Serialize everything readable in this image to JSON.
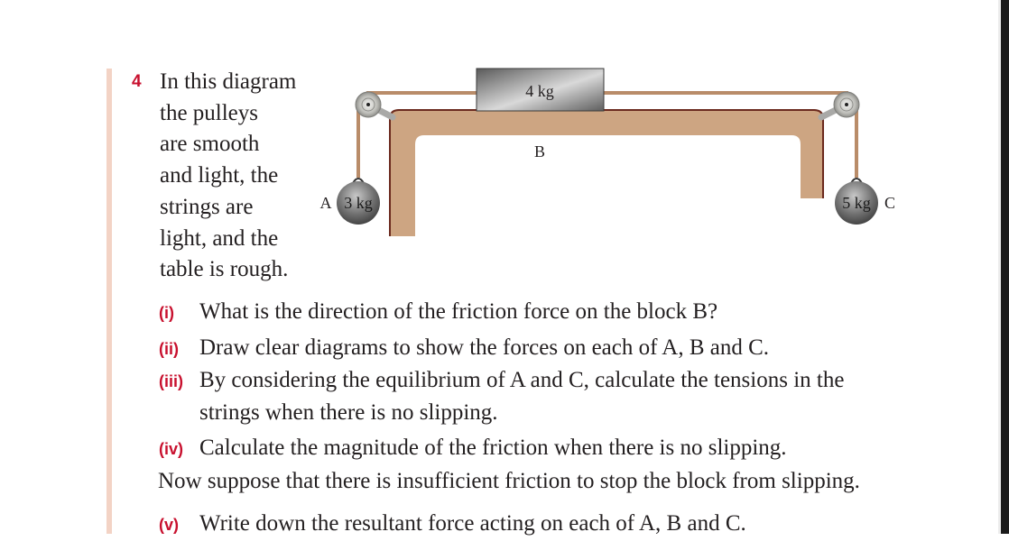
{
  "question": {
    "number": "4",
    "intro_lines": [
      "In this diagram",
      "the pulleys",
      "are smooth",
      "and light, the",
      "strings are",
      "light, and the",
      "table is rough."
    ],
    "parts": [
      {
        "label": "(i)",
        "lines": [
          "What is the direction of the friction force on the block B?"
        ]
      },
      {
        "label": "(ii)",
        "lines": [
          "Draw clear diagrams to show the forces on each of A, B and C."
        ]
      },
      {
        "label": "(iii)",
        "lines": [
          "By considering the equilibrium of A and C, calculate the tensions in the",
          "strings when there is no slipping."
        ]
      },
      {
        "label": "(iv)",
        "lines": [
          "Calculate the magnitude of the friction when there is no slipping."
        ]
      },
      {
        "label": "(v)",
        "lines": [
          "Write down the resultant force acting on each of A, B and C."
        ]
      }
    ],
    "interlude": "Now suppose that there is insufficient friction to stop the block from slipping."
  },
  "diagram": {
    "block_mass": "4 kg",
    "block_label": "B",
    "left_weight_mass": "3 kg",
    "left_weight_label": "A",
    "right_weight_mass": "5 kg",
    "right_weight_label": "C",
    "colors": {
      "table": "#cda582",
      "table_edge": "#6b2a1e",
      "string": "#b98c69",
      "accent_red": "#c8102e",
      "margin_rule": "#f3d3c5"
    }
  }
}
